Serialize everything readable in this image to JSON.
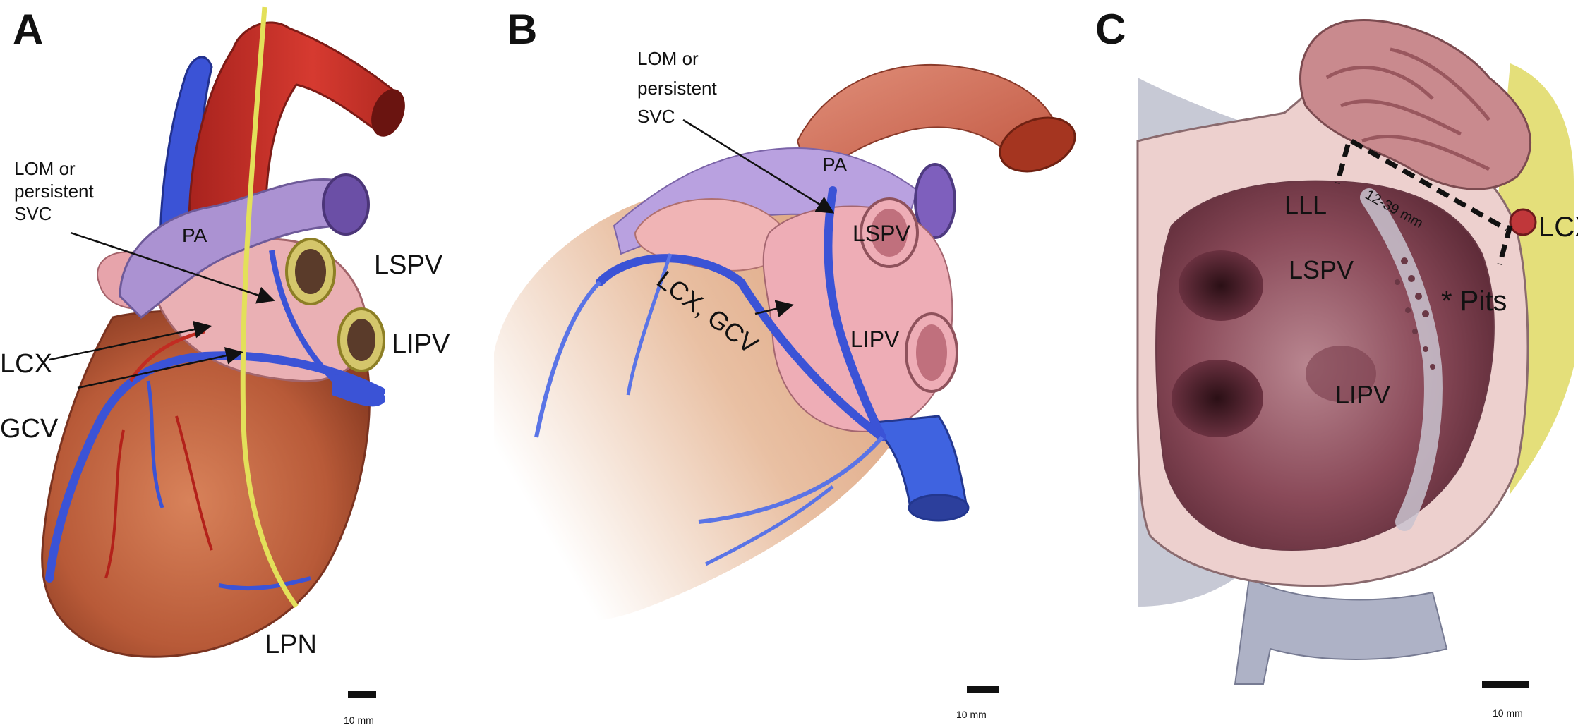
{
  "panels": [
    {
      "letter": "A",
      "labels": {
        "lom": [
          "LOM or",
          "persistent",
          "SVC"
        ],
        "pa": "PA",
        "lspv": "LSPV",
        "lipv": "LIPV",
        "lcx": "LCX",
        "gcv": "GCV",
        "lpn": "LPN"
      },
      "scale": "10 mm"
    },
    {
      "letter": "B",
      "labels": {
        "lom": [
          "LOM or",
          "persistent",
          "SVC"
        ],
        "pa": "PA",
        "lspv": "LSPV",
        "lipv": "LIPV",
        "lcx_gcv": "LCX, GCV"
      },
      "scale": "10 mm"
    },
    {
      "letter": "C",
      "labels": {
        "lll": "LLL",
        "lspv": "LSPV",
        "lipv": "LIPV",
        "lcx": "LCX",
        "pits": "* Pits",
        "measure": "12-39 mm"
      },
      "scale": "10 mm"
    }
  ],
  "colors": {
    "aorta": "#c9322b",
    "pulmonary_artery": "#a98fd0",
    "vein": "#3b53d6",
    "nerve": "#e3e05a",
    "myocardium": "#c0623f",
    "atrium": "#e9a9ad",
    "atrial_wall": "#edd0ce",
    "atrial_cavity": "#8a4a59"
  }
}
